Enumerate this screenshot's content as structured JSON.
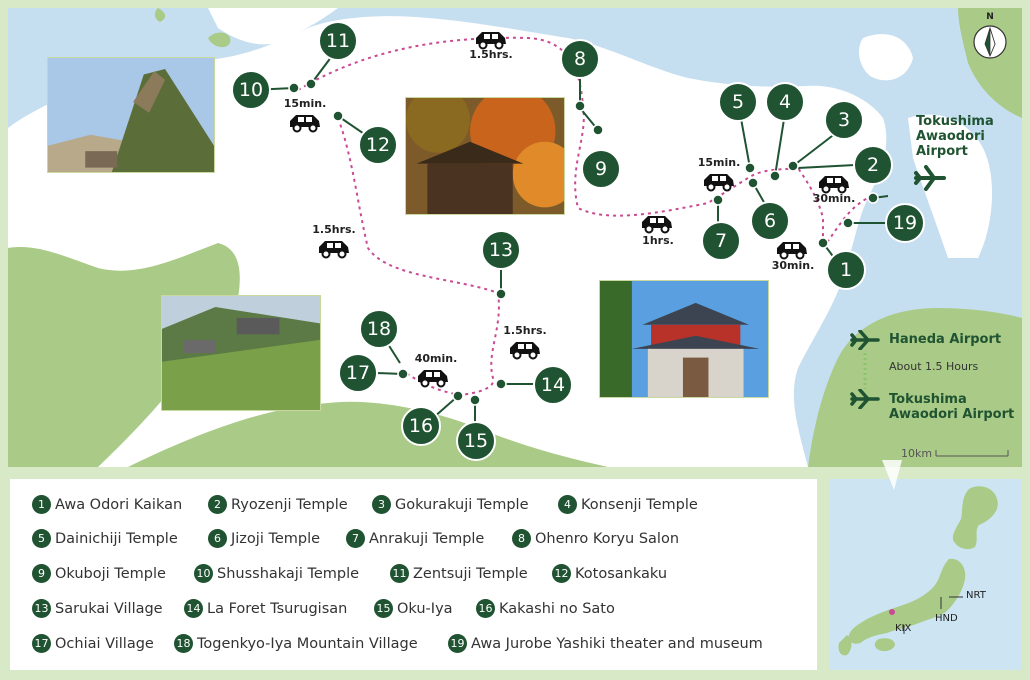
{
  "spots": [
    {
      "n": "1",
      "name": "Awa Odori Kaikan"
    },
    {
      "n": "2",
      "name": "Ryozenji Temple"
    },
    {
      "n": "3",
      "name": "Gokurakuji Temple"
    },
    {
      "n": "4",
      "name": "Konsenji Temple"
    },
    {
      "n": "5",
      "name": "Dainichiji Temple"
    },
    {
      "n": "6",
      "name": "Jizoji Temple"
    },
    {
      "n": "7",
      "name": "Anrakuji Temple"
    },
    {
      "n": "8",
      "name": "Ohenro Koryu Salon"
    },
    {
      "n": "9",
      "name": "Okuboji Temple"
    },
    {
      "n": "10",
      "name": "Shusshakaji Temple"
    },
    {
      "n": "11",
      "name": "Zentsuji Temple"
    },
    {
      "n": "12",
      "name": "Kotosankaku"
    },
    {
      "n": "13",
      "name": "Sarukai Village"
    },
    {
      "n": "14",
      "name": "La Foret Tsurugisan"
    },
    {
      "n": "15",
      "name": "Oku-Iya"
    },
    {
      "n": "16",
      "name": "Kakashi no Sato"
    },
    {
      "n": "17",
      "name": "Ochiai Village"
    },
    {
      "n": "18",
      "name": "Togenkyo-Iya Mountain Village"
    },
    {
      "n": "19",
      "name": "Awa Jurobe Yashiki theater and museum"
    }
  ],
  "travel_times": {
    "t1": "15min.",
    "t2": "1.5hrs.",
    "t3": "15min.",
    "t4": "30min.",
    "t5": "1hrs.",
    "t6": "30min.",
    "t7": "1.5hrs.",
    "t8": "1.5hrs.",
    "t9": "40min."
  },
  "airport_main": "Tokushima\nAwaodori\nAirport",
  "route_legend": {
    "from": "Haneda Airport",
    "duration": "About 1.5 Hours",
    "to": "Tokushima\nAwaodori Airport"
  },
  "scale": "10km",
  "compass": "N",
  "inset": {
    "nrt": "NRT",
    "hnd": "HND",
    "kix": "KIX"
  },
  "colors": {
    "sea": "#c6dff0",
    "land_white": "#ffffff",
    "land_green": "#aacb87",
    "pin": "#1f5331",
    "route": "#c94a92"
  }
}
